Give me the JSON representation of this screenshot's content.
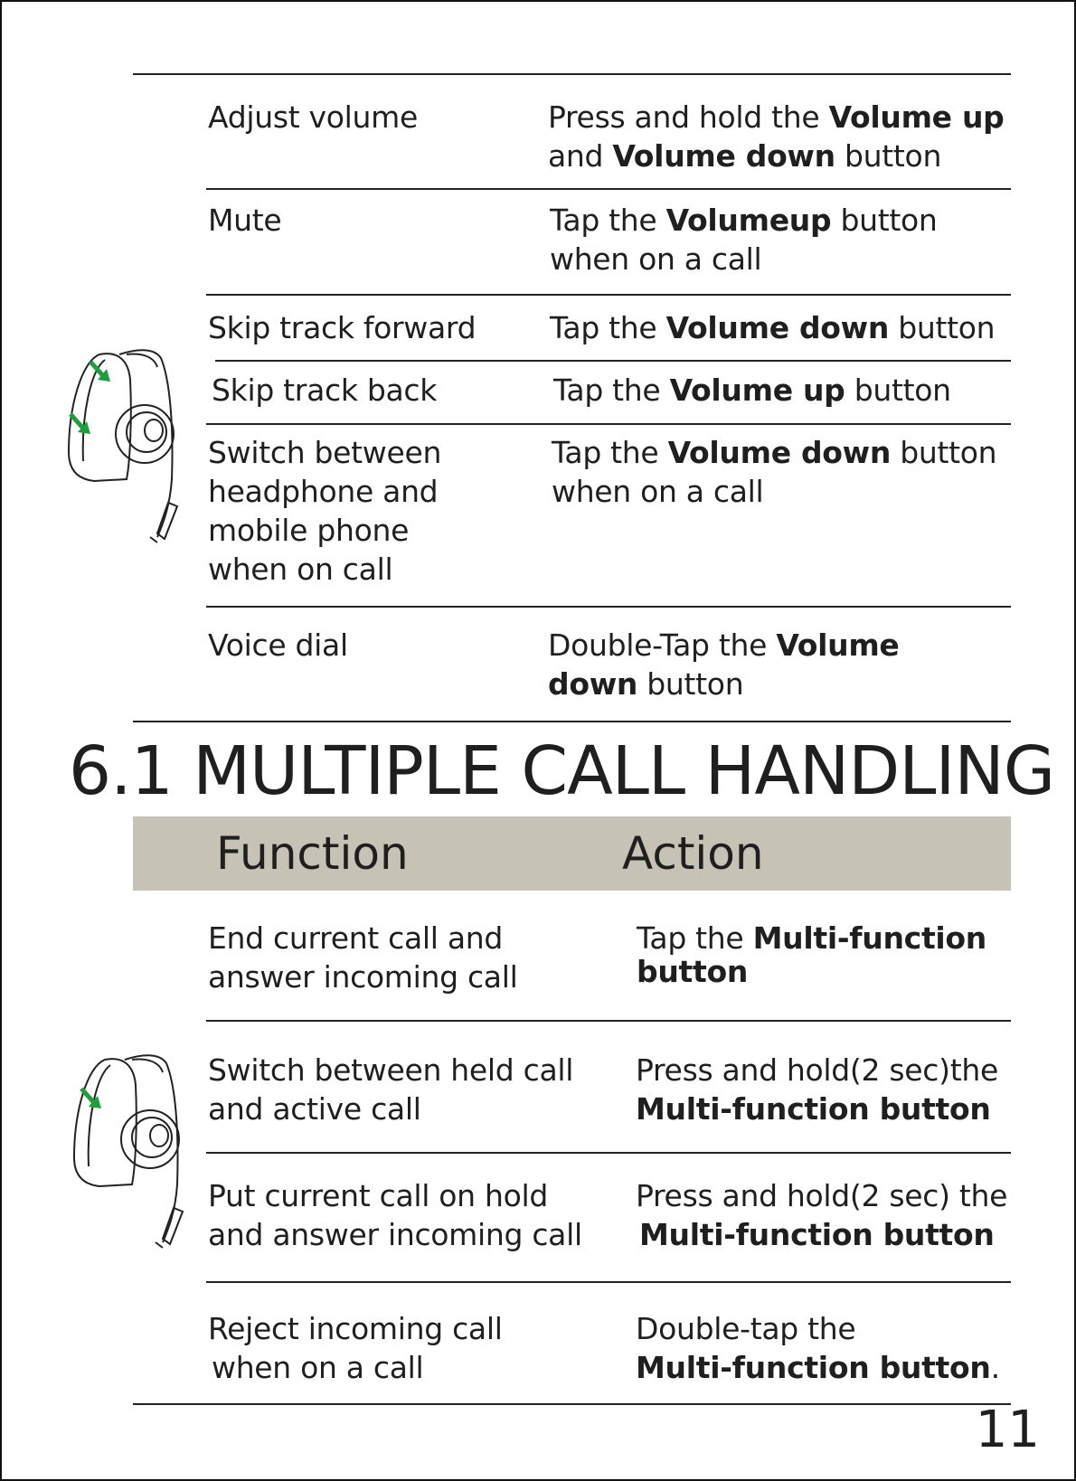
{
  "volume_controls": [
    {
      "function": [
        "Adjust volume"
      ],
      "action": [
        [
          "Press and hold the ",
          "Volume up"
        ],
        [
          "and ",
          "Volume down",
          " button"
        ]
      ]
    },
    {
      "function": [
        "Mute"
      ],
      "action": [
        [
          "Tap the ",
          "Volumeup",
          " button"
        ],
        [
          "when on a call"
        ]
      ]
    },
    {
      "function": [
        "Skip track forward"
      ],
      "action": [
        [
          "Tap the ",
          "Volume down",
          " button"
        ]
      ]
    },
    {
      "function": [
        "Skip track back"
      ],
      "action": [
        [
          "Tap the ",
          "Volume up",
          " button"
        ]
      ]
    },
    {
      "function": [
        "Switch between",
        "headphone and",
        "mobile phone",
        "when on call"
      ],
      "action": [
        [
          "Tap the ",
          "Volume down",
          " button"
        ],
        [
          "when on a call"
        ]
      ]
    },
    {
      "function": [
        "Voice dial"
      ],
      "action": [
        [
          "Double-Tap the ",
          "Volume"
        ],
        [
          "",
          "down",
          " button"
        ]
      ]
    }
  ],
  "section": {
    "title": "6.1 MULTIPLE CALL HANDLING",
    "header_function": "Function",
    "header_action": "Action"
  },
  "call_handling": [
    {
      "function": [
        "End current call and",
        "answer incoming  call"
      ],
      "action": [
        [
          "Tap the ",
          "Multi-function"
        ],
        [
          "",
          "button"
        ]
      ]
    },
    {
      "function": [
        "Switch between held call",
        "and active call"
      ],
      "action": [
        [
          "Press and hold(2 sec)the"
        ],
        [
          "",
          "Multi-function button"
        ]
      ]
    },
    {
      "function": [
        "Put current call on hold",
        "and answer incoming call"
      ],
      "action": [
        [
          "Press and hold(2 sec) the"
        ],
        [
          "",
          "Multi-function button"
        ]
      ]
    },
    {
      "function": [
        "Reject incoming call",
        "when on a call"
      ],
      "action": [
        [
          "Double-tap the"
        ],
        [
          "",
          "Multi-function button",
          "."
        ]
      ]
    }
  ],
  "page_number": "11",
  "colors": {
    "header_band": "#c6c2b5",
    "arrow": "#1e9e3c",
    "text": "#1f1f1f"
  },
  "icons": {
    "device_top": "earpiece-headset-icon",
    "device_bottom": "earpiece-headset-icon"
  }
}
